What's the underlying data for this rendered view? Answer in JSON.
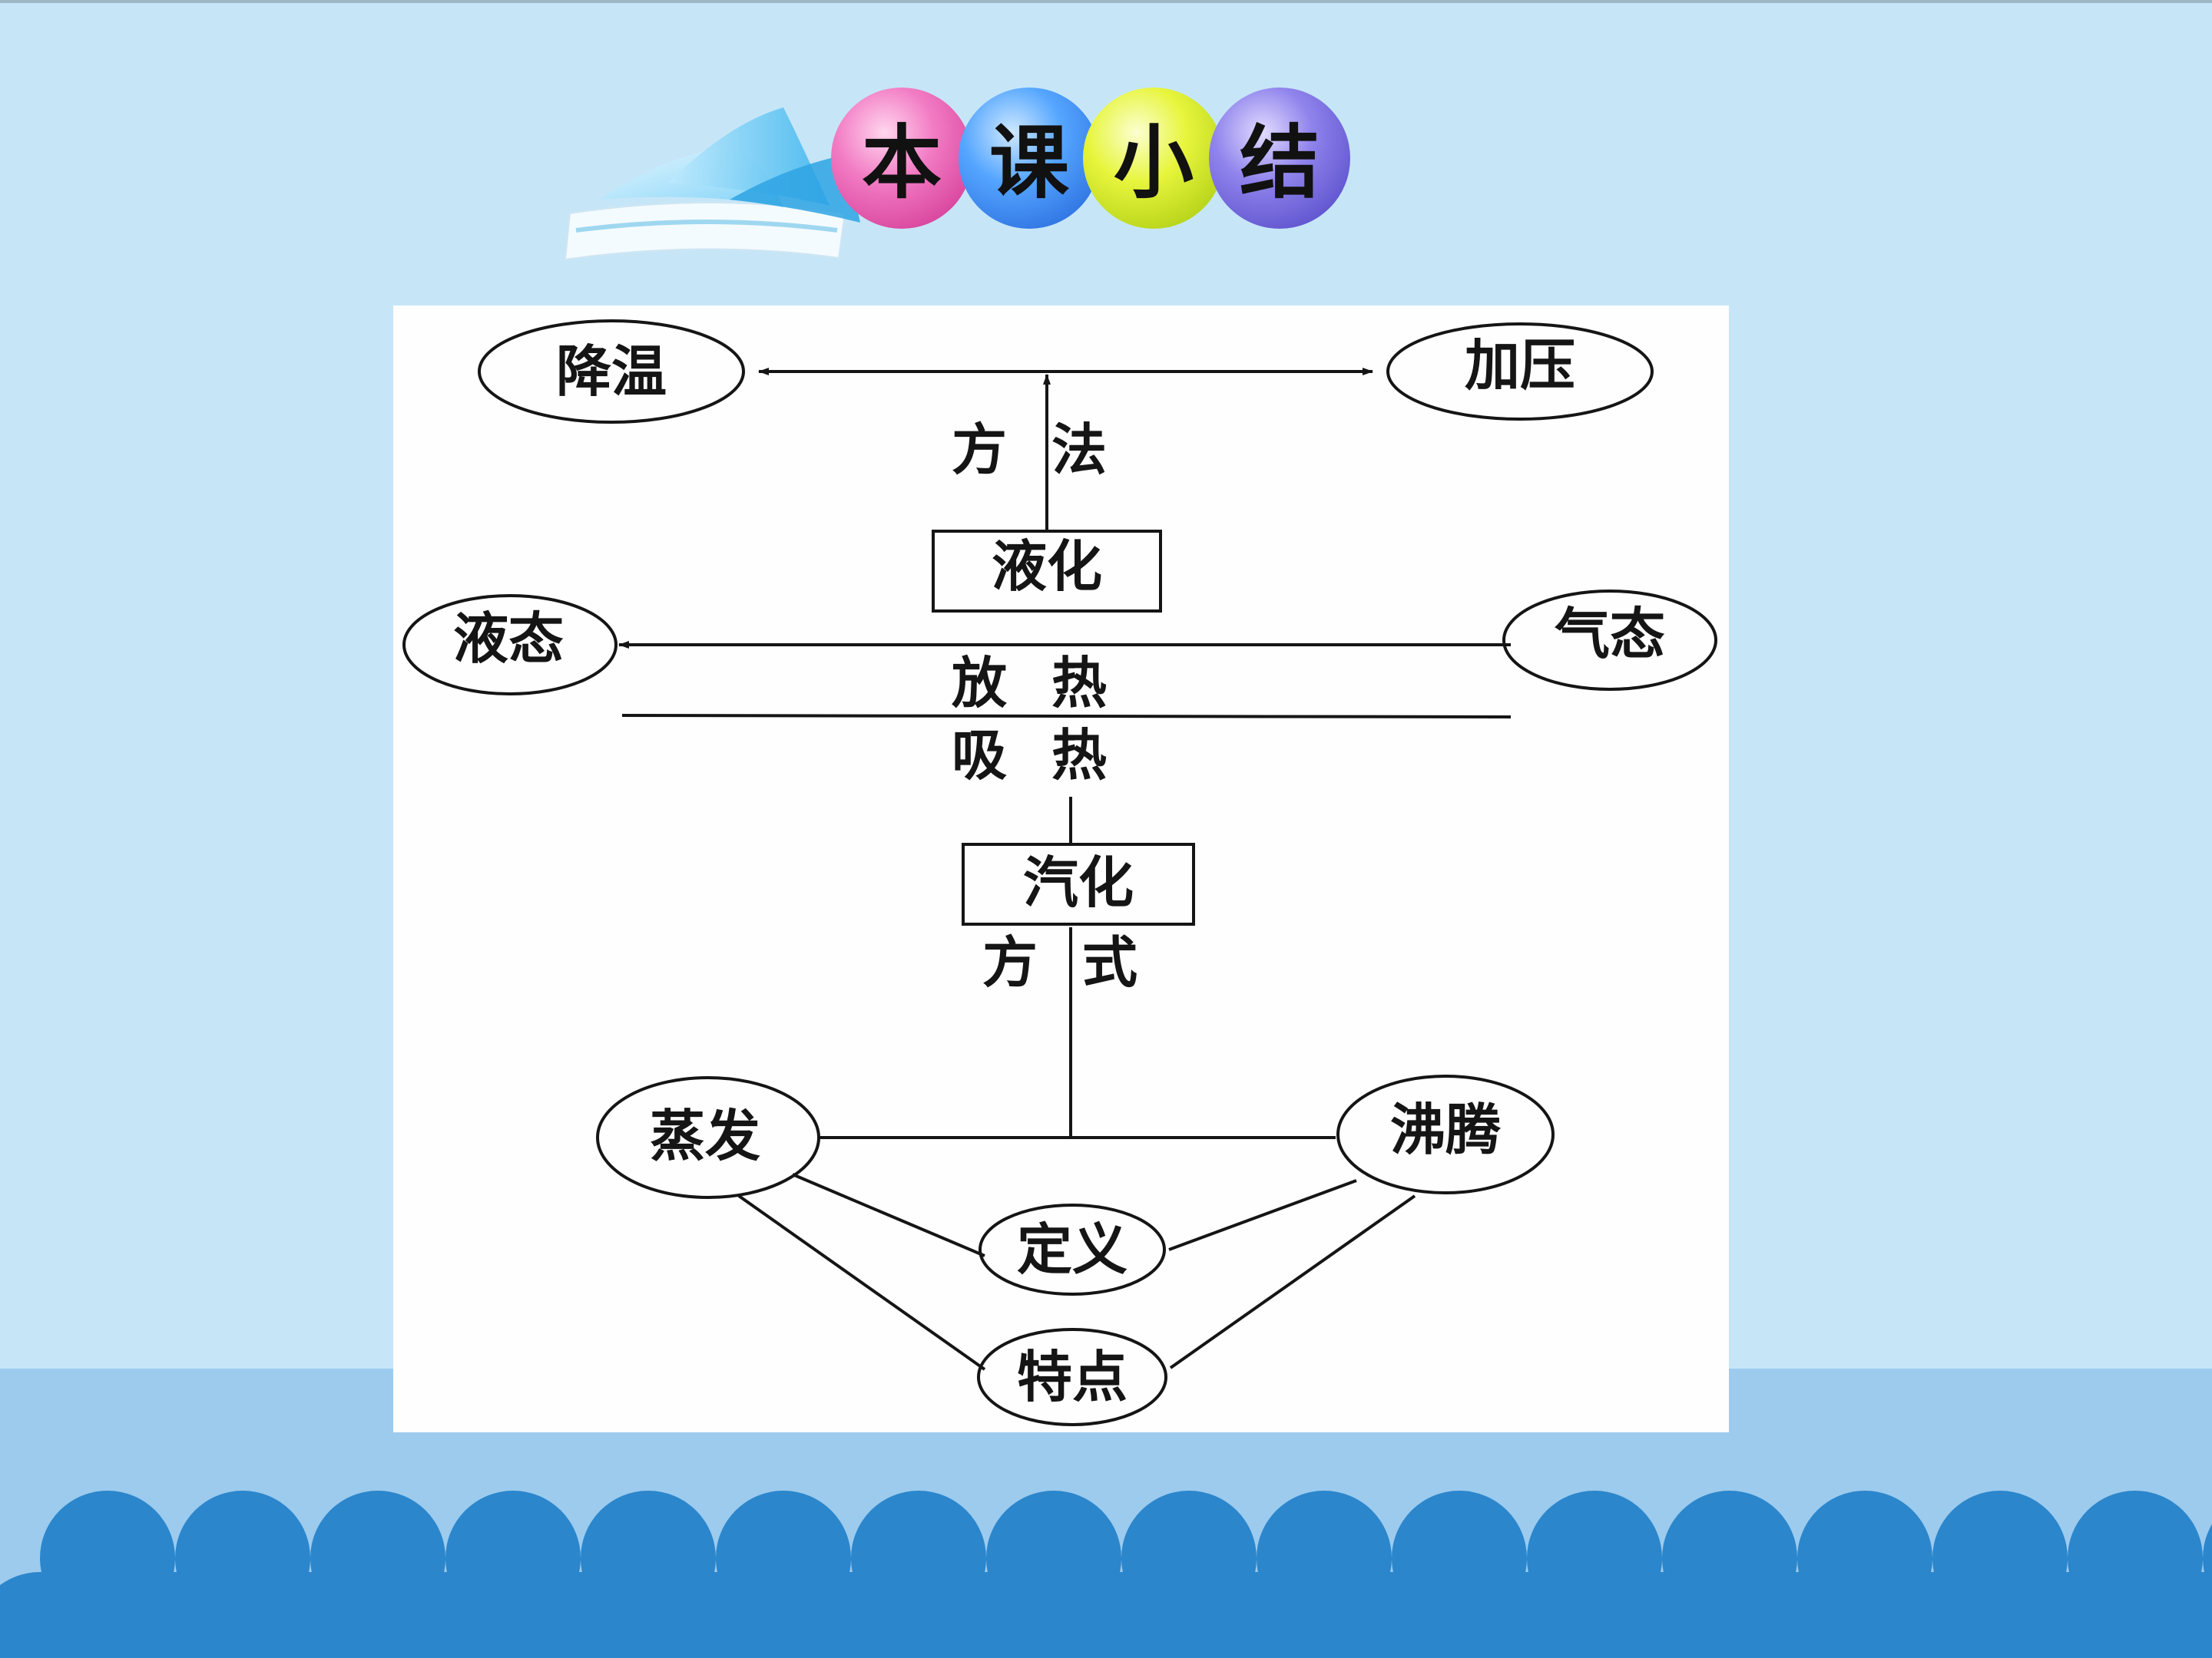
{
  "title": {
    "chars": [
      "本",
      "课",
      "小",
      "结"
    ]
  },
  "colors": {
    "background_top": "#c6e6f8",
    "background_bottom": "#9ccbee",
    "waves": "#2b86cc",
    "ball_pink": "#f27bc4",
    "ball_blue": "#55a6ff",
    "ball_yellow": "#e7f53c",
    "ball_purple": "#8f83ec"
  },
  "icons": {
    "book": "open-book-icon"
  },
  "diagram": {
    "liquefaction": {
      "label": "液化",
      "methods_label": "方法",
      "methods": [
        "降温",
        "加压"
      ]
    },
    "states": {
      "liquid": "液态",
      "gas": "气态"
    },
    "heat": {
      "release": "放热",
      "absorb": "吸热"
    },
    "vaporization": {
      "label": "汽化",
      "ways_label": "方式",
      "ways": [
        "蒸发",
        "沸腾"
      ],
      "compare": {
        "definition": "定义",
        "features": "特点"
      }
    }
  }
}
